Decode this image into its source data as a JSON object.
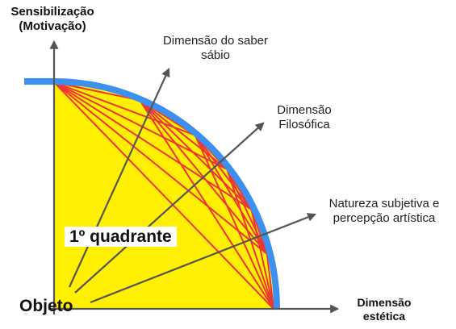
{
  "labels": {
    "y_axis": "Sensibilização (Motivação)",
    "x_axis": "Dimensão estética",
    "object": "Objeto",
    "quadrant": "1º quadrante",
    "dim_saber": "Dimensão do saber sábio",
    "dim_filosofica": "Dimensão Filosófica",
    "natureza": "Natureza subjetiva e percepção artística"
  },
  "colors": {
    "fill": "#ffef00",
    "arc": "#3d8ff0",
    "chords": "#ee3535",
    "axes": "#555555",
    "text": "#222222"
  },
  "icons": {
    "arrowhead": "filled-triangle-arrowhead"
  }
}
